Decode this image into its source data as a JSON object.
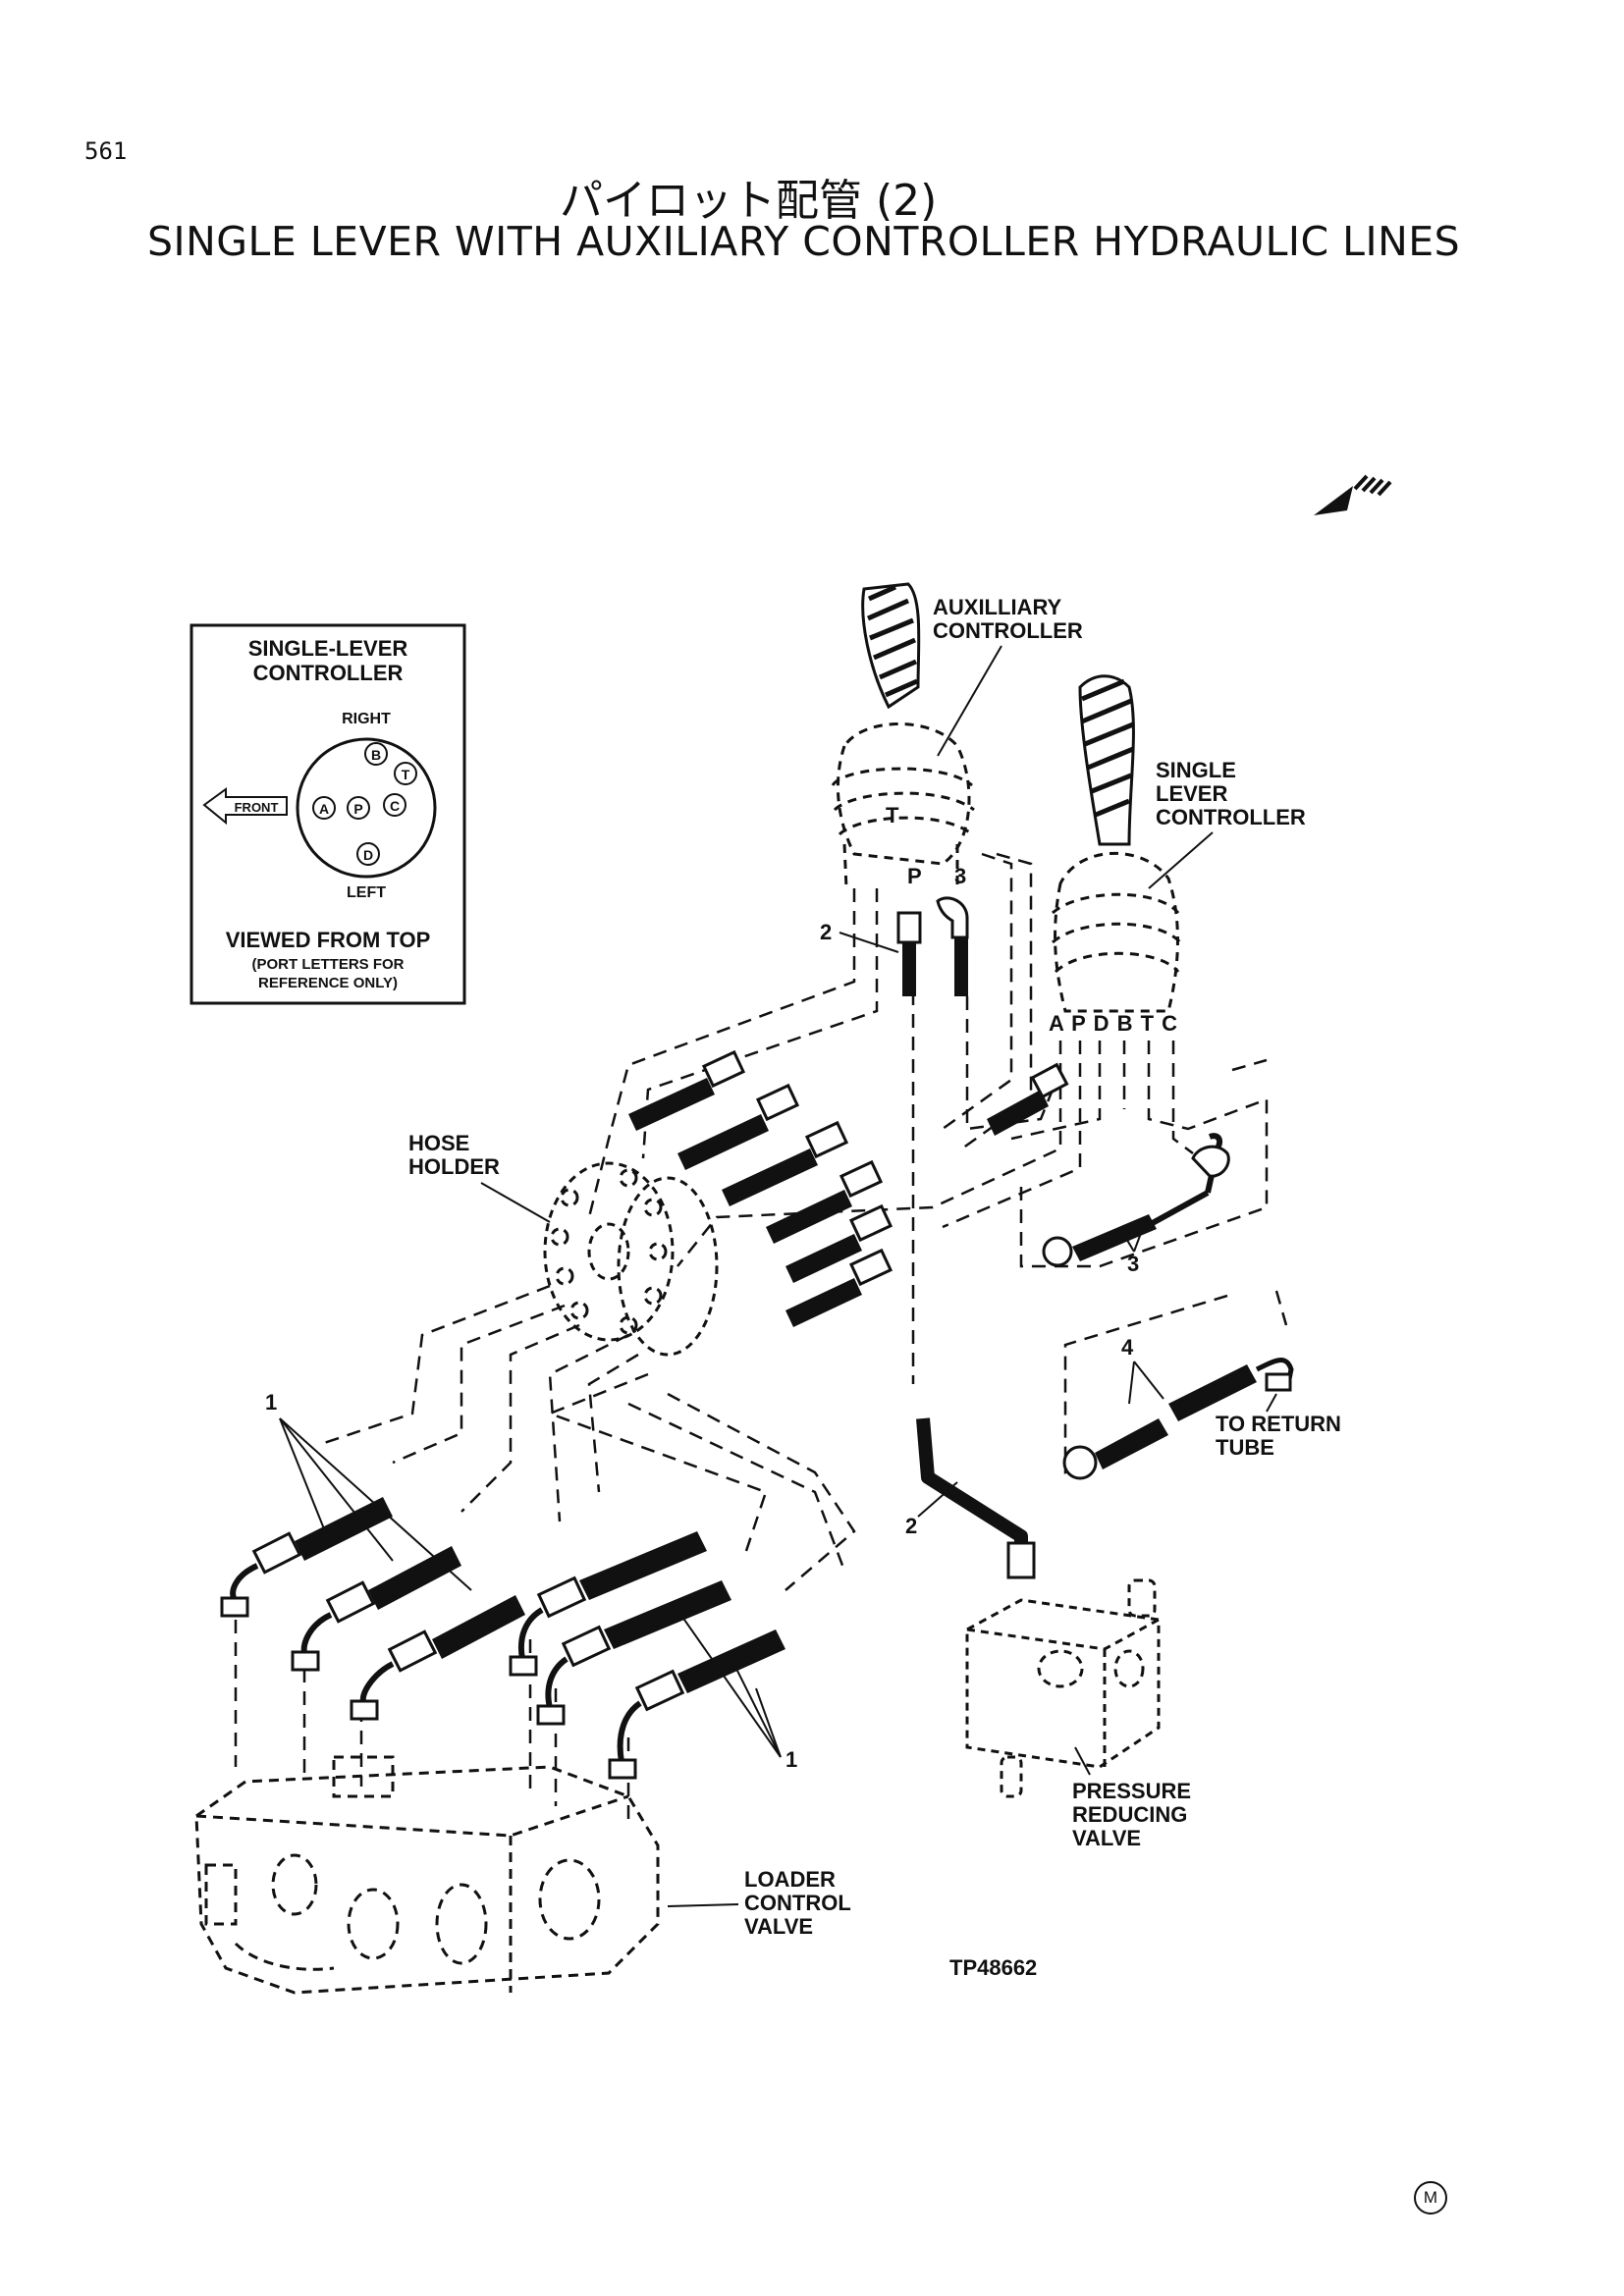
{
  "page_number": "561",
  "title_jp": "パイロット配管 (2)",
  "title_en": "SINGLE LEVER WITH AUXILIARY CONTROLLER HYDRAULIC LINES",
  "inset": {
    "heading_line1": "SINGLE-LEVER",
    "heading_line2": "CONTROLLER",
    "right": "RIGHT",
    "left": "LEFT",
    "front": "FRONT",
    "ports": [
      "A",
      "P",
      "C",
      "B",
      "T",
      "D"
    ],
    "footer": "VIEWED FROM TOP",
    "note_line1": "(PORT LETTERS FOR",
    "note_line2": "REFERENCE ONLY)"
  },
  "labels": {
    "aux_line1": "AUXILLIARY",
    "aux_line2": "CONTROLLER",
    "single_line1": "SINGLE",
    "single_line2": "LEVER",
    "single_line3": "CONTROLLER",
    "hose_line1": "HOSE",
    "hose_line2": "HOLDER",
    "return_line1": "TO RETURN",
    "return_line2": "TUBE",
    "prv_line1": "PRESSURE",
    "prv_line2": "REDUCING",
    "prv_line3": "VALVE",
    "lcv_line1": "LOADER",
    "lcv_line2": "CONTROL",
    "lcv_line3": "VALVE",
    "ports_row": "A P D B T C",
    "port_T": "T",
    "port_P": "P",
    "callout_1a": "1",
    "callout_1b": "1",
    "callout_2a": "2",
    "callout_2b": "2",
    "callout_3a": "3",
    "callout_3b": "3",
    "callout_4": "4",
    "figure_id": "TP48662"
  },
  "copyright_mark": "M",
  "colors": {
    "ink": "#111111",
    "paper": "#ffffff"
  }
}
